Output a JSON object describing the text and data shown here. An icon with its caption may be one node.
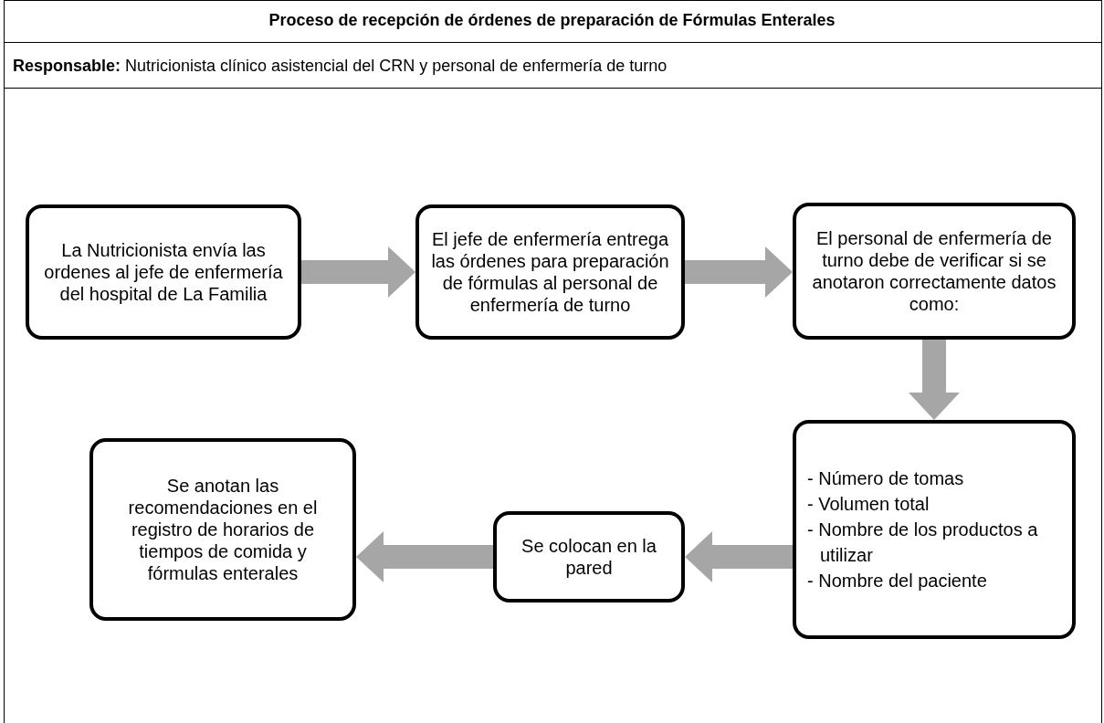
{
  "diagram": {
    "title": "Proceso de recepción de órdenes de preparación de Fórmulas Enterales",
    "nodes": [
      {
        "text": [
          "La Nutricionista envía las ordenes al jefe de enfermería del hospital de La Familia"
        ]
      },
      {
        "text": [
          "El jefe de enfermería entrega las órdenes para preparación de fórmulas al personal de enfermería de turno"
        ]
      },
      {
        "text": [
          "El personal de enfermería de turno debe de verificar si se anotaron correctamente datos como:"
        ]
      },
      {
        "text": [
          "- Número de tomas",
          "- Volumen total",
          "- Nombre de los productos a utilizar",
          "- Nombre del paciente"
        ]
      },
      {
        "text": [
          "Se colocan en la pared"
        ]
      },
      {
        "text": [
          "Se anotan las recomendaciones en el registro de horarios de tiempos de comida y fórmulas enterales"
        ]
      }
    ],
    "edges": [
      {
        "from": 0,
        "to": 1,
        "arrow": "to"
      },
      {
        "from": 1,
        "to": 2,
        "arrow": "to"
      },
      {
        "from": 2,
        "to": 3,
        "arrow": "to"
      },
      {
        "from": 3,
        "to": 4,
        "arrow": "to"
      },
      {
        "from": 4,
        "to": 5,
        "arrow": "to"
      }
    ],
    "labels": [
      "**Responsable:** Nutricionista clínico asistencial del CRN y personal de enfermería de turno"
    ]
  }
}
